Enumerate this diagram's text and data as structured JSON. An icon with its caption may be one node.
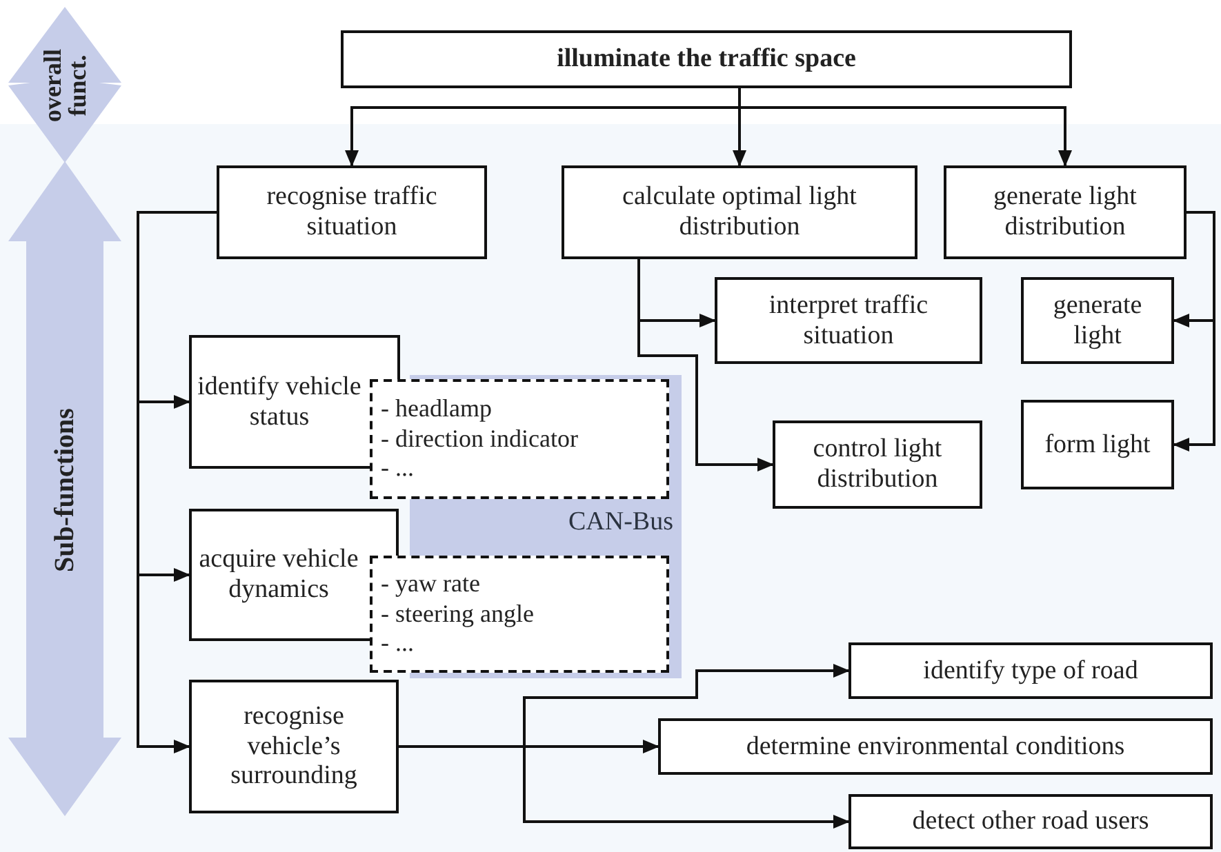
{
  "diagram": {
    "nodes": [
      {
        "text": [
          "illuminate the traffic space"
        ]
      },
      {
        "text": [
          "recognise traffic situation"
        ]
      },
      {
        "text": [
          "calculate optimal light distribution"
        ]
      },
      {
        "text": [
          "generate light distribution"
        ]
      },
      {
        "text": [
          "interpret traffic situation"
        ]
      },
      {
        "text": [
          "generate light"
        ]
      },
      {
        "text": [
          "CAN-Bus"
        ]
      },
      {
        "text": [
          "identify vehicle status"
        ]
      },
      {
        "text": [
          "- headlamp",
          "- direction indicator",
          "- ..."
        ]
      },
      {
        "text": [
          "control light distribution"
        ]
      },
      {
        "text": [
          "form light"
        ]
      },
      {
        "text": [
          "acquire vehicle dynamics"
        ]
      },
      {
        "text": [
          "- yaw rate",
          "- steering angle",
          "- ..."
        ]
      },
      {
        "text": [
          "recognise vehicle’s surrounding"
        ]
      },
      {
        "text": [
          "identify type of road"
        ]
      },
      {
        "text": [
          "determine environmental conditions"
        ]
      },
      {
        "text": [
          "detect other road users"
        ]
      }
    ],
    "edges": [
      {
        "from": 0,
        "to": 1,
        "arrow": "to"
      },
      {
        "from": 0,
        "to": 2,
        "arrow": "to"
      },
      {
        "from": 0,
        "to": 3,
        "arrow": "to"
      },
      {
        "from": 1,
        "to": 7,
        "arrow": "to"
      },
      {
        "from": 1,
        "to": 11,
        "arrow": "to"
      },
      {
        "from": 1,
        "to": 13,
        "arrow": "to"
      },
      {
        "from": 2,
        "to": 4,
        "arrow": "to"
      },
      {
        "from": 2,
        "to": 9,
        "arrow": "to"
      },
      {
        "from": 3,
        "to": 5,
        "arrow": "to"
      },
      {
        "from": 3,
        "to": 10,
        "arrow": "to"
      },
      {
        "from": 13,
        "to": 14,
        "arrow": "to"
      },
      {
        "from": 13,
        "to": 15,
        "arrow": "to"
      },
      {
        "from": 13,
        "to": 16,
        "arrow": "to"
      }
    ],
    "labels": [
      "overall funct.",
      "Sub-functions"
    ]
  }
}
